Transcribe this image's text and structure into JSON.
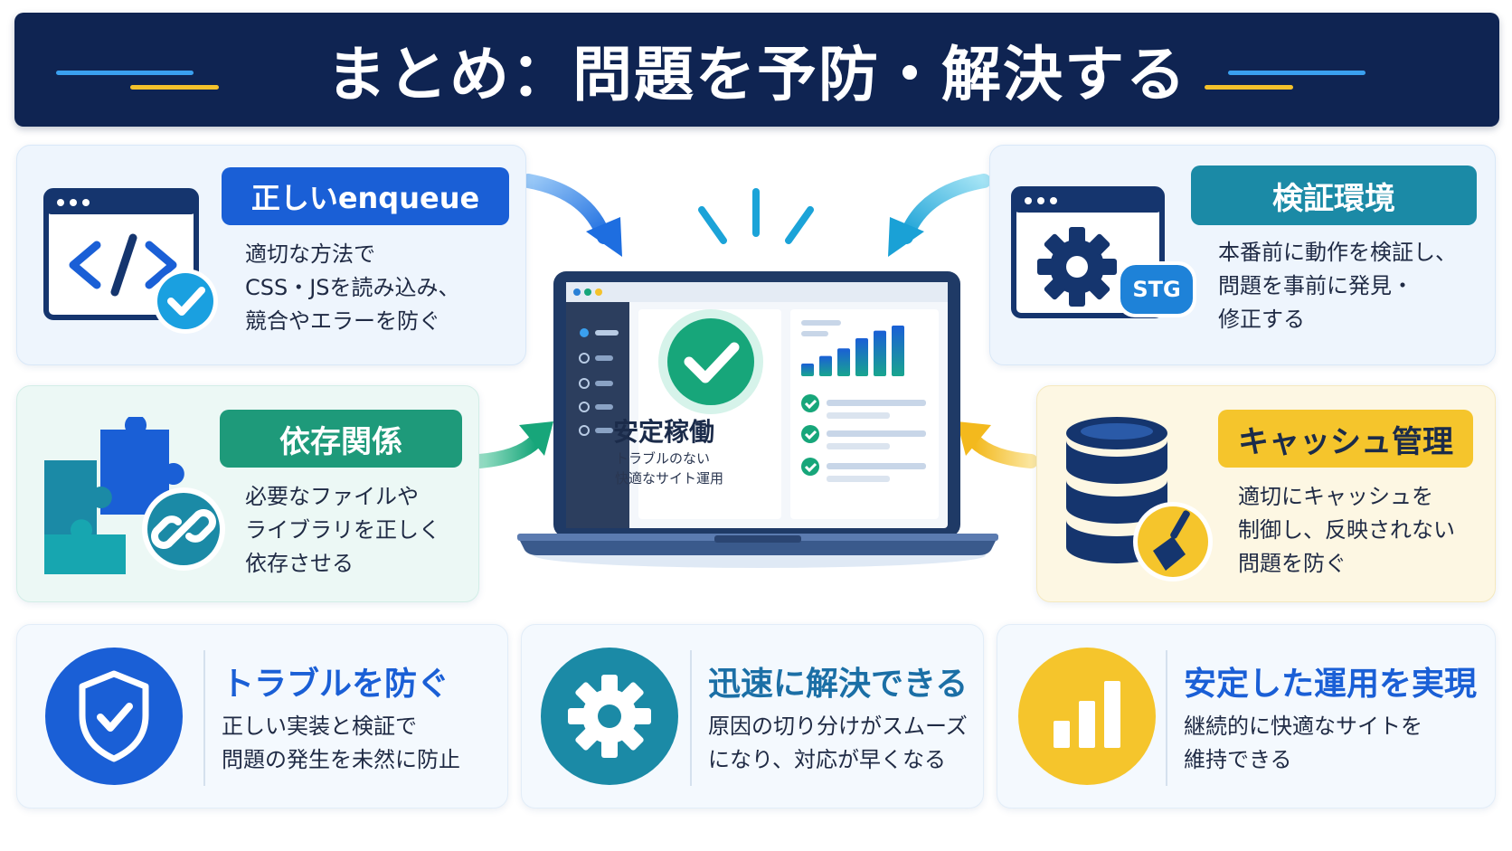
{
  "header": {
    "title": "まとめ：問題を予防・解決する",
    "colors": {
      "bg": "#0f2452",
      "line_blue": "#3aa0ef",
      "line_yellow": "#f4c22b"
    }
  },
  "cards": {
    "enqueue": {
      "title": "正しいenqueue",
      "lines": [
        "適切な方法で",
        "CSS・JSを読み込み、",
        "競合やエラーを防ぐ"
      ],
      "icon": "code-window-check-icon",
      "color": "#1a5fd6"
    },
    "staging": {
      "title": "検証環境",
      "badge": "STG",
      "lines": [
        "本番前に動作を検証し、",
        "問題を事前に発見・",
        "修正する"
      ],
      "icon": "gear-window-icon",
      "color": "#1b8aa6"
    },
    "dependency": {
      "title": "依存関係",
      "lines": [
        "必要なファイルや",
        "ライブラリを正しく",
        "依存させる"
      ],
      "icon": "puzzle-link-icon",
      "color": "#1e9a7a"
    },
    "cache": {
      "title": "キャッシュ管理",
      "lines": [
        "適切にキャッシュを",
        "制御し、反映されない",
        "問題を防ぐ"
      ],
      "icon": "database-broom-icon",
      "color": "#f5c52c"
    }
  },
  "center": {
    "title": "安定稼働",
    "subtitle_lines": [
      "トラブルのない",
      "快適なサイト運用"
    ],
    "icon": "laptop-dashboard-icon",
    "bar_levels": [
      0.25,
      0.4,
      0.55,
      0.75,
      0.9,
      1.0
    ]
  },
  "bottom": [
    {
      "title": "トラブルを防ぐ",
      "lines": [
        "正しい実装と検証で",
        "問題の発生を未然に防止"
      ],
      "icon": "shield-check-icon",
      "color": "#1a5fd6"
    },
    {
      "title": "迅速に解決できる",
      "lines": [
        "原因の切り分けがスムーズ",
        "になり、対応が早くなる"
      ],
      "icon": "gear-icon",
      "color": "#1b8aa6"
    },
    {
      "title": "安定した運用を実現",
      "lines": [
        "継続的に快適なサイトを",
        "維持できる"
      ],
      "icon": "bar-chart-icon",
      "color": "#f5c52c"
    }
  ]
}
